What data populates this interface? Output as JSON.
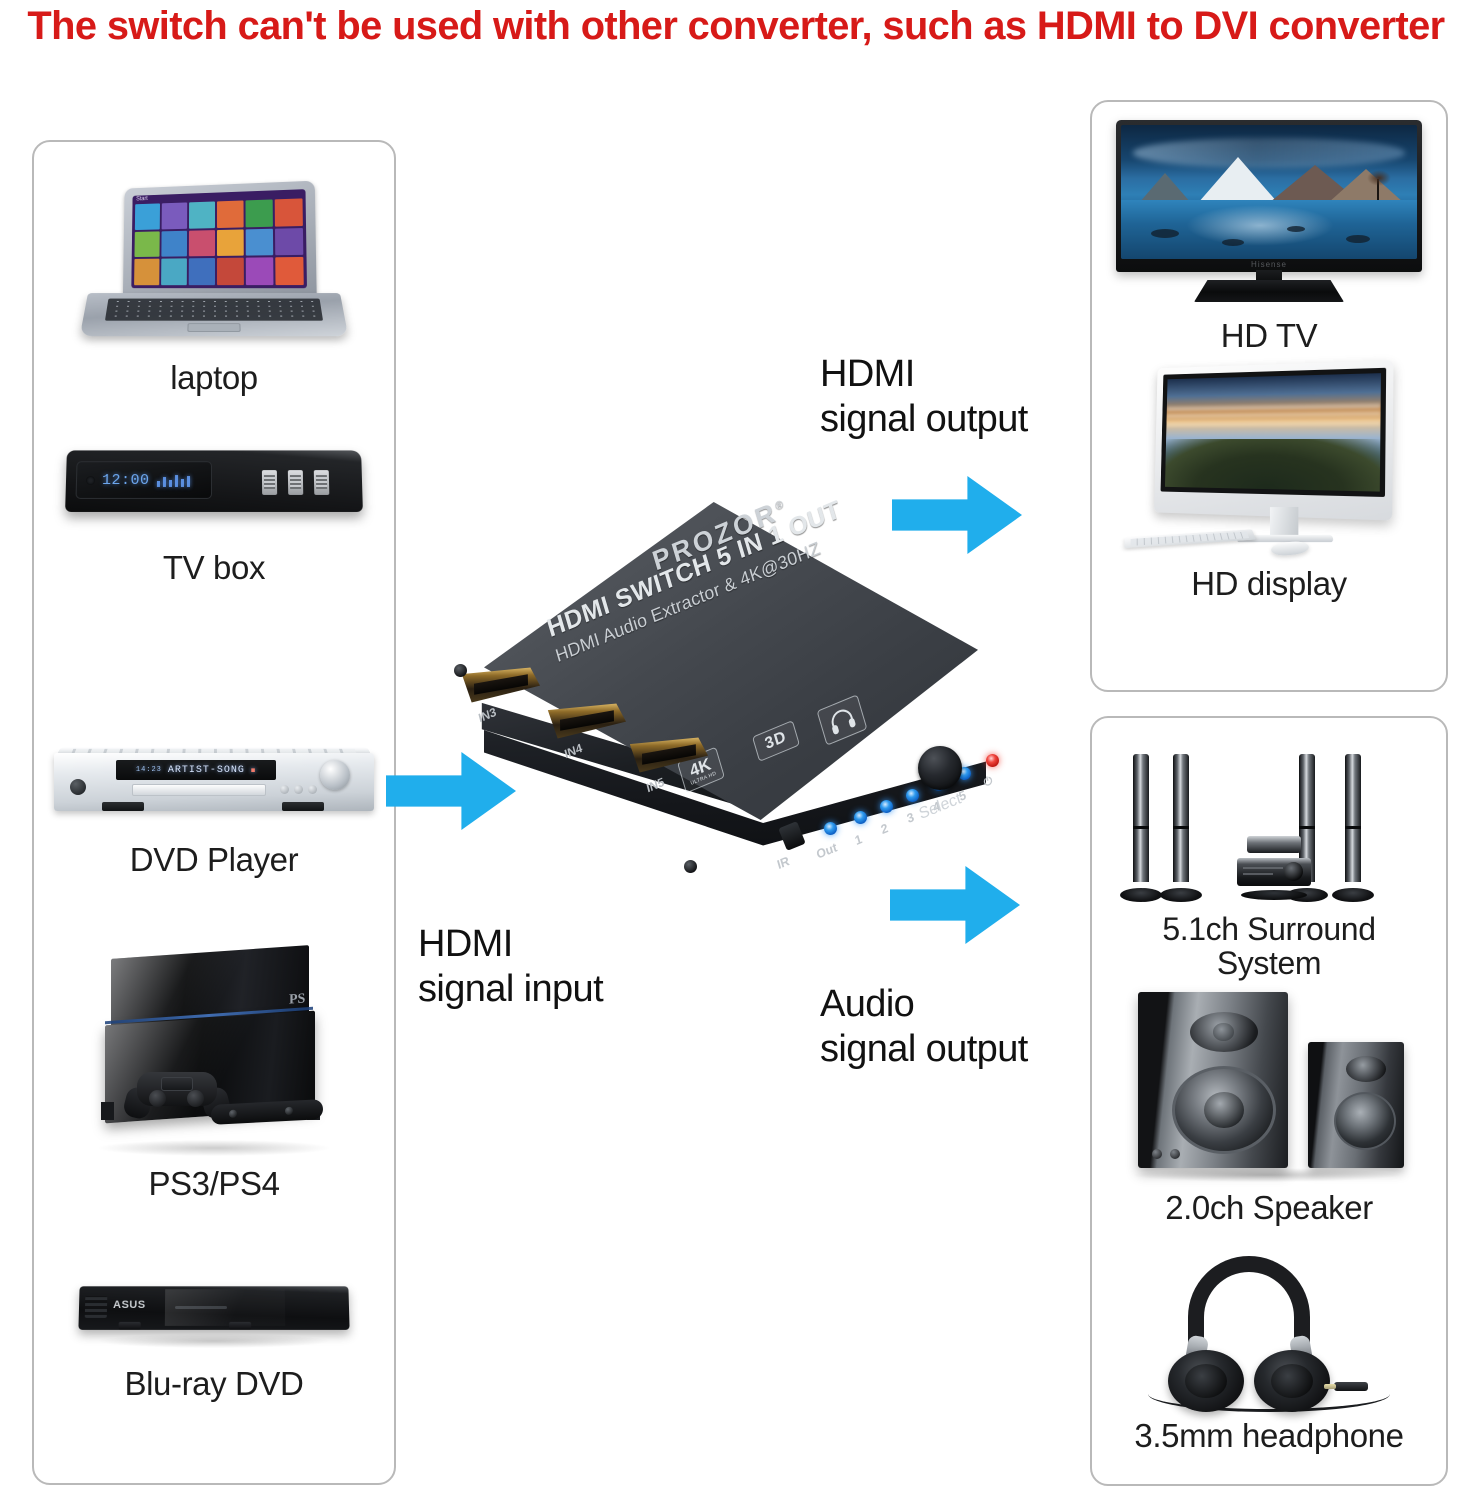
{
  "headline": "The switch can't be used with other converter, such as HDMI to DVI converter",
  "colors": {
    "headline_red": "#d71a18",
    "arrow_blue": "#20aeec",
    "panel_border": "#b9b9b9",
    "led_blue": "#2f9bef",
    "led_red": "#f0453d"
  },
  "sources_panel": {
    "items": [
      {
        "label": "laptop",
        "icon": "laptop-icon"
      },
      {
        "label": "TV box",
        "icon": "tv-box-icon"
      },
      {
        "label": "DVD Player",
        "icon": "dvd-player-icon"
      },
      {
        "label": "PS3/PS4",
        "icon": "game-console-icon"
      },
      {
        "label": "Blu-ray DVD",
        "icon": "blu-ray-player-icon"
      }
    ],
    "laptop_screen": {
      "start_label": "Start"
    },
    "tv_box_display": {
      "clock": "12:00"
    },
    "dvd_display": {
      "text": "ARTIST-SONG"
    },
    "blu_ray_brand": "ASUS"
  },
  "video_panel": {
    "items": [
      {
        "label": "HD TV",
        "icon": "hd-tv-icon"
      },
      {
        "label": "HD display",
        "icon": "hd-monitor-icon"
      }
    ]
  },
  "audio_panel": {
    "items": [
      {
        "label": "5.1ch Surround\nSystem",
        "icon": "surround-system-icon"
      },
      {
        "label": "2.0ch Speaker",
        "icon": "bookshelf-speaker-icon"
      },
      {
        "label": "3.5mm headphone",
        "icon": "headphone-icon"
      }
    ]
  },
  "annotations": {
    "hdmi_output": "HDMI\nsignal output",
    "hdmi_input": "HDMI\nsignal input",
    "audio_output": "Audio\nsignal output"
  },
  "device": {
    "brand": "PROZOR",
    "brand_mark": "®",
    "title": "HDMI SWITCH 5 IN 1 OUT",
    "subtitle": "HDMI Audio Extractor & 4K@30HZ",
    "badges": [
      {
        "name": "4k-badge",
        "line1": "4K",
        "line2": "ULTRA HD"
      },
      {
        "name": "3d-badge",
        "line1": "3D"
      },
      {
        "name": "headphone-badge",
        "line1": ""
      }
    ],
    "ports": [
      {
        "label": "IN3"
      },
      {
        "label": "IN4"
      },
      {
        "label": "IN5"
      }
    ],
    "indicators": [
      {
        "label": "IR",
        "type": "port"
      },
      {
        "label": "Out",
        "type": "led",
        "color": "blue"
      },
      {
        "label": "1",
        "type": "led",
        "color": "blue"
      },
      {
        "label": "2",
        "type": "led",
        "color": "blue"
      },
      {
        "label": "3",
        "type": "led",
        "color": "blue"
      },
      {
        "label": "4",
        "type": "led",
        "color": "blue"
      },
      {
        "label": "5",
        "type": "led",
        "color": "blue"
      },
      {
        "label": "⏻",
        "type": "led",
        "color": "red"
      }
    ],
    "button_label": "Select"
  }
}
